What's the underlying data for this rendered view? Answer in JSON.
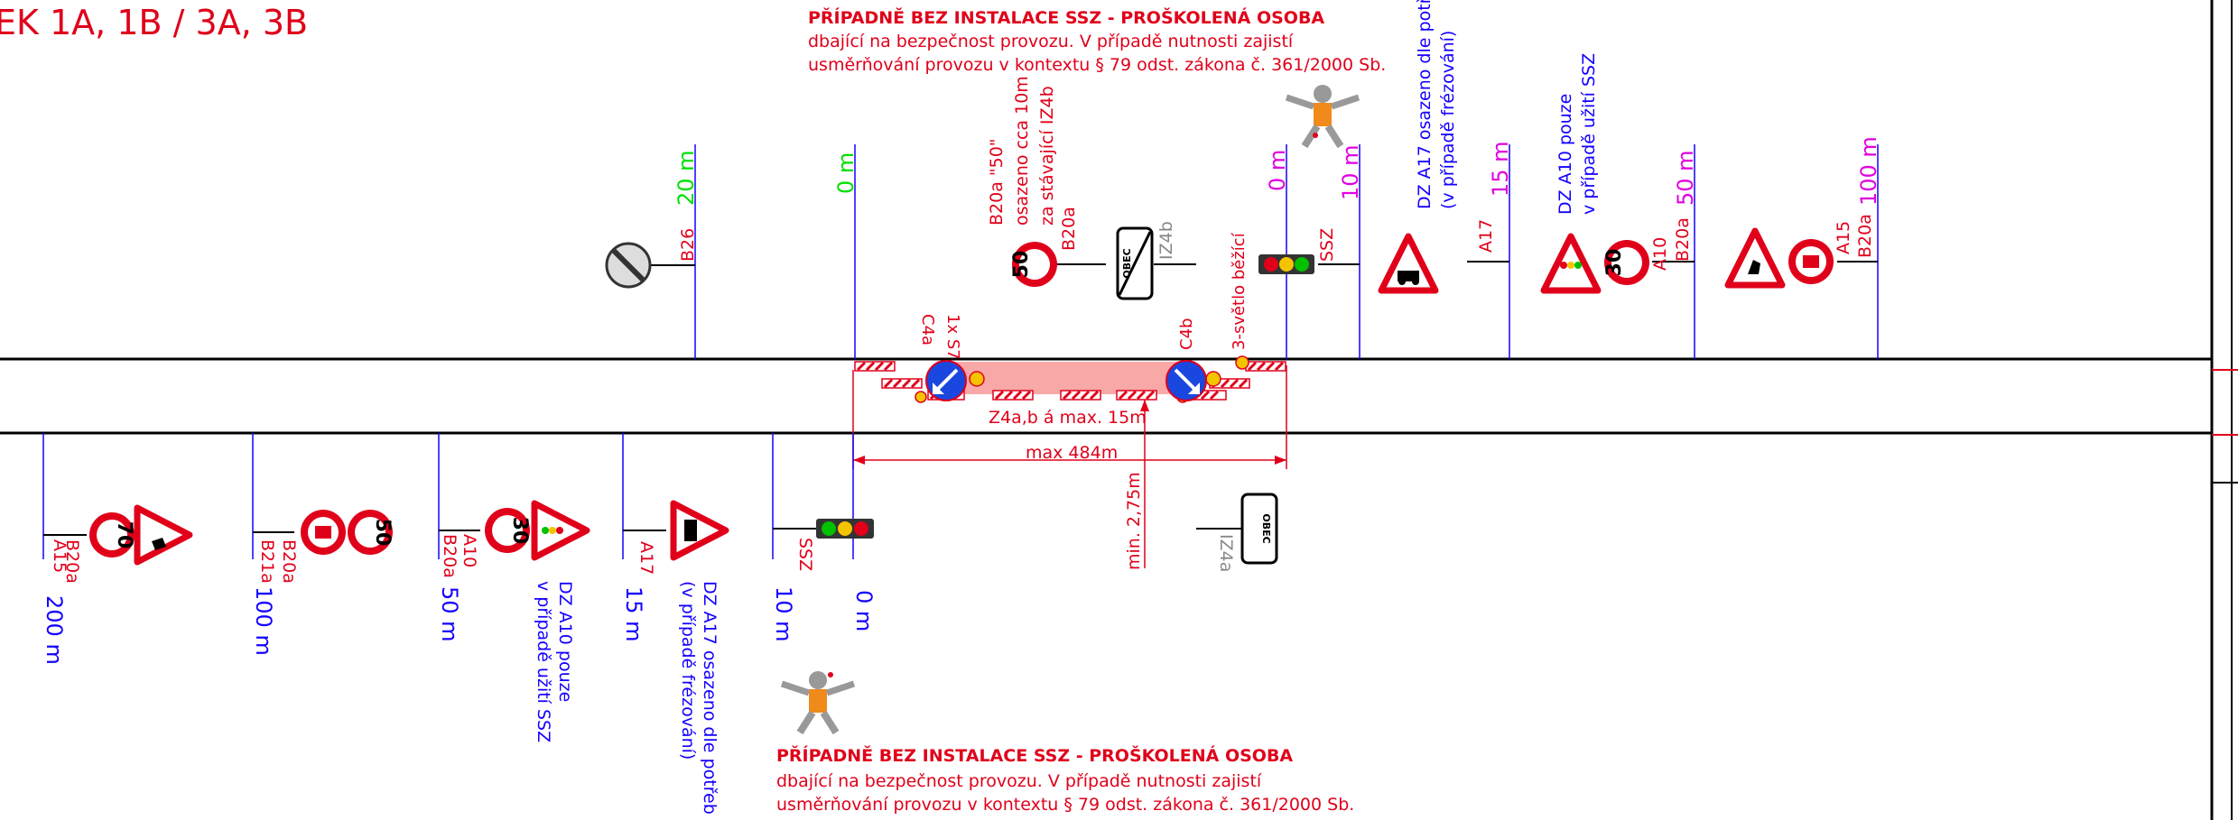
{
  "title": "EK 1A, 1B / 3A, 3B",
  "note_top": {
    "line1": "PŘÍPADNĚ BEZ INSTALACE SSZ - PROŠKOLENÁ OSOBA",
    "line2": "dbající na bezpečnost provozu. V případě nutnosti zajistí",
    "line3": "usměrňování provozu  v kontextu § 79 odst. zákona č. 361/2000 Sb."
  },
  "note_bottom": {
    "line1": "PŘÍPADNĚ BEZ INSTALACE SSZ - PROŠKOLENÁ OSOBA",
    "line2": "dbající na bezpečnost provozu. V případě nutnosti zajistí",
    "line3": "usměrňování provozu  v kontextu § 79 odst. zákona č. 361/2000 Sb."
  },
  "upper": {
    "b26_label": "B26",
    "dist_20": "20 m",
    "dist_0_green": "0 m",
    "b20a_note1": "B20a \"50\"",
    "b20a_note2": "osazeno cca 10m",
    "b20a_note3": "za stávající IZ4b",
    "b20a_label": "B20a",
    "speed_50": "50",
    "iz4b_label": "IZ4b",
    "obec_text": "OBEC",
    "dist_0_mag": "0 m",
    "three_light": "3-světlo běžící",
    "ssz_label": "SSZ",
    "dist_10": "10 m",
    "a17_note1": "DZ A17 osazeno dle potř",
    "a17_note2": "(v případě frézování)",
    "a17_label": "A17",
    "dist_15": "15 m",
    "a10_note1": "DZ A10 pouze",
    "a10_note2": "v případě užití SSZ",
    "speed_30": "30",
    "a10_label": "A10",
    "b20a_label2": "B20a",
    "dist_50": "50 m",
    "a15_label": "A15",
    "b20a_label3": "B20a",
    "dist_100": "100 m",
    "c4a_label": "C4a",
    "s7_label": "1x S7",
    "c4b_label": "C4b"
  },
  "road": {
    "z4_label": "Z4a,b á max. 15m",
    "max_label": "max 484m",
    "min_label": "min. 2,75m"
  },
  "lower": {
    "speed_70": "70",
    "a15_label": "A15",
    "b20a_label": "B20a",
    "dist_200": "200 m",
    "speed_50": "50",
    "b20a_label2": "B20a",
    "b21a_label": "B21a",
    "dist_100": "100 m",
    "speed_30": "30",
    "a10_label": "A10",
    "b20a_label3": "B20a",
    "dist_50": "50 m",
    "a10_note1": "DZ A10 pouze",
    "a10_note2": "v případě užití SSZ",
    "a17_label": "A17",
    "dist_15": "15 m",
    "a17_note1": "DZ A17 osazeno dle potřeb",
    "a17_note2": "(v případě frézování)",
    "ssz_label": "SSZ",
    "dist_10": "10 m",
    "dist_0": "0 m",
    "iz4a_label": "IZ4a",
    "obec_text": "OBEC"
  },
  "colors": {
    "red": "#e0001a",
    "blue": "#1400ff",
    "green": "#00e000",
    "magenta": "#e000e0"
  }
}
